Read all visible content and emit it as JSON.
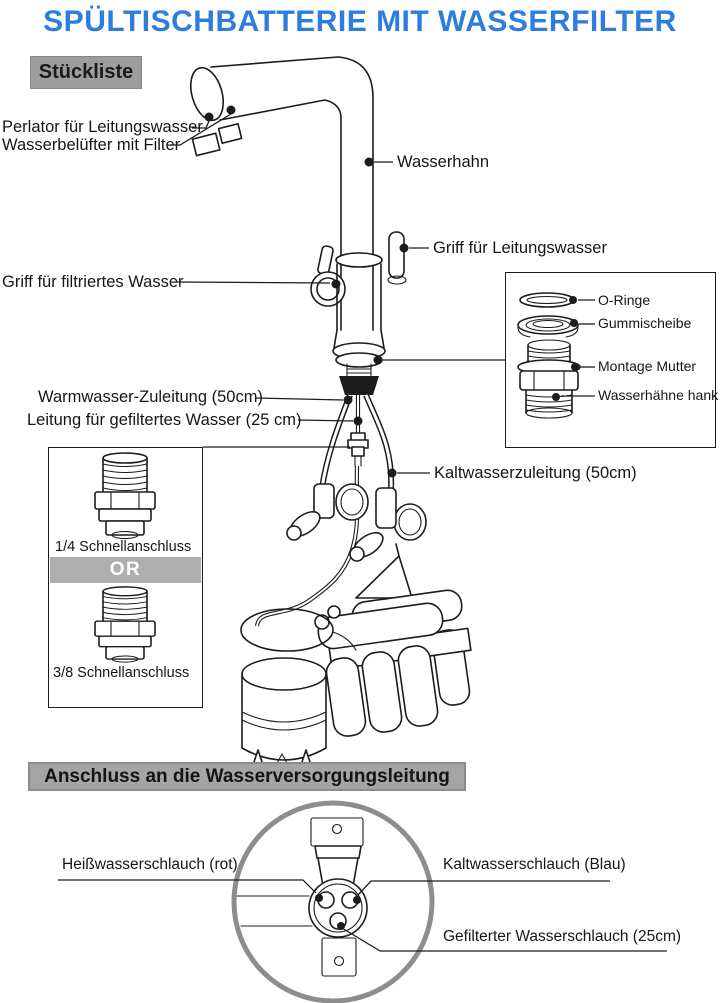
{
  "title": "SPÜLTISCHBATTERIE MIT WASSERFILTER",
  "parts_section": {
    "header": "Stückliste",
    "callouts": {
      "perlator": "Perlator für Leitungswasser",
      "aerator_filter": "Wasserbelüfter mit Filter",
      "faucet": "Wasserhahn",
      "tap_handle": "Griff für Leitungswasser",
      "filtered_handle": "Griff für filtriertes Wasser",
      "hot_inlet": "Warmwasser-Zuleitung (50cm)",
      "filtered_line": "Leitung für gefiltertes Wasser (25 cm)",
      "cold_inlet": "Kaltwasserzuleitung (50cm)"
    }
  },
  "hardware_box": {
    "o_ring": "O-Ringe",
    "rubber_washer": "Gummischeibe",
    "mounting_nut": "Montage Mutter",
    "faucet_shank": "Wasserhähne hank"
  },
  "adapter_box": {
    "quarter_inch": "1/4 Schnellanschluss",
    "divider": "OR",
    "three_eighths": "3/8 Schnellanschluss"
  },
  "connection_section": {
    "header": "Anschluss an die Wasserversorgungsleitung",
    "callouts": {
      "hot_hose": "Heißwasserschlauch (rot)",
      "cold_hose": "Kaltwasserschlauch (Blau)",
      "filtered_hose": "Gefilterter Wasserschlauch (25cm)"
    }
  },
  "colors": {
    "title_text": "#2d7ce0",
    "badge_bg": "#9d9d9d",
    "or_bar_bg": "#aeaeae",
    "or_text": "#ffffff",
    "section_bar_bg": "#a5a5a5",
    "section_bar_border": "#8c8c8c",
    "circle_stroke": "#8d8d8d",
    "line_art": "#1c1c1c"
  }
}
